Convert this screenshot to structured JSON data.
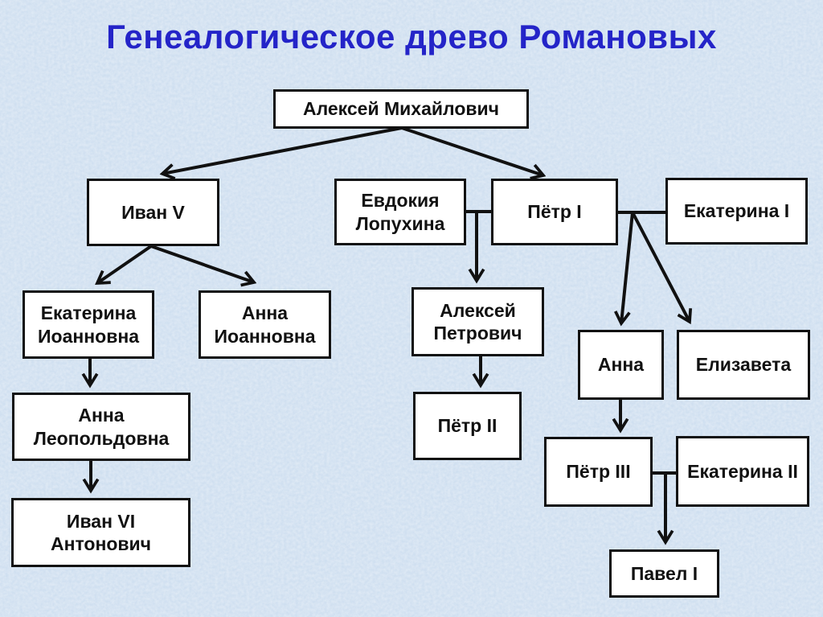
{
  "title": "Генеалогическое древо Романовых",
  "colors": {
    "background": "#cfdff0",
    "title_text": "#2424c8",
    "box_fill": "#ffffff",
    "box_border": "#111111",
    "line": "#111111"
  },
  "nodes": {
    "alexey_mikhailovich": {
      "label": "Алексей Михайлович"
    },
    "ivan_v": {
      "label": "Иван V"
    },
    "evdokia_lopukhina": {
      "label": "Евдокия Лопухина"
    },
    "petr_i": {
      "label": "Пётр I"
    },
    "ekaterina_i": {
      "label": "Екатерина I"
    },
    "ekaterina_ioannovna": {
      "label": "Екатерина Иоанновна"
    },
    "anna_ioannovna": {
      "label": "Анна Иоанновна"
    },
    "alexey_petrovich": {
      "label": "Алексей Петрович"
    },
    "anna": {
      "label": "Анна"
    },
    "elizaveta": {
      "label": "Елизавета"
    },
    "anna_leopoldovna": {
      "label": "Анна Леопольдовна"
    },
    "ivan_vi": {
      "label": "Иван VI Антонович"
    },
    "petr_ii": {
      "label": "Пётр II"
    },
    "petr_iii": {
      "label": "Пётр III"
    },
    "ekaterina_ii": {
      "label": "Екатерина II"
    },
    "pavel_i": {
      "label": "Павел I"
    }
  },
  "marriages": [
    [
      "evdokia_lopukhina",
      "petr_i"
    ],
    [
      "petr_i",
      "ekaterina_i"
    ],
    [
      "petr_iii",
      "ekaterina_ii"
    ]
  ],
  "descents": [
    [
      "alexey_mikhailovich",
      "ivan_v"
    ],
    [
      "alexey_mikhailovich",
      "petr_i"
    ],
    [
      "ivan_v",
      "ekaterina_ioannovna"
    ],
    [
      "ivan_v",
      "anna_ioannovna"
    ],
    [
      "ekaterina_ioannovna",
      "anna_leopoldovna"
    ],
    [
      "anna_leopoldovna",
      "ivan_vi"
    ],
    [
      "evdokia_lopukhina+petr_i",
      "alexey_petrovich"
    ],
    [
      "alexey_petrovich",
      "petr_ii"
    ],
    [
      "petr_i+ekaterina_i",
      "anna"
    ],
    [
      "petr_i+ekaterina_i",
      "elizaveta"
    ],
    [
      "anna",
      "petr_iii"
    ],
    [
      "petr_iii+ekaterina_ii",
      "pavel_i"
    ]
  ]
}
